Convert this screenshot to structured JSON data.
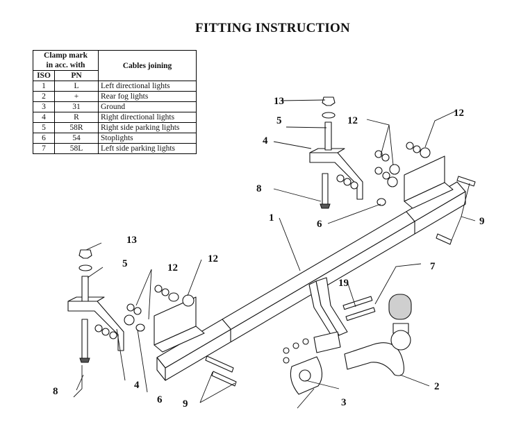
{
  "title": "FITTING INSTRUCTION",
  "table": {
    "header_clamp": "Clamp mark\nin acc. with",
    "header_iso": "ISO",
    "header_pn": "PN",
    "header_cables": "Cables joining",
    "rows": [
      {
        "iso": "1",
        "pn": "L",
        "cable": "Left directional lights"
      },
      {
        "iso": "2",
        "pn": "+",
        "cable": "Rear fog lights"
      },
      {
        "iso": "3",
        "pn": "31",
        "cable": "Ground"
      },
      {
        "iso": "4",
        "pn": "R",
        "cable": "Right directional lights"
      },
      {
        "iso": "5",
        "pn": "58R",
        "cable": "Right side parking lights"
      },
      {
        "iso": "6",
        "pn": "54",
        "cable": "Stoplights"
      },
      {
        "iso": "7",
        "pn": "58L",
        "cable": "Left side parking lights"
      }
    ]
  },
  "callouts": {
    "n1": "1",
    "n2": "2",
    "n3": "3",
    "n4a": "4",
    "n4b": "4",
    "n5a": "5",
    "n5b": "5",
    "n6a": "6",
    "n6b": "6",
    "n7": "7",
    "n8a": "8",
    "n8b": "8",
    "n9a": "9",
    "n9b": "9",
    "n12a": "12",
    "n12b": "12",
    "n12c": "12",
    "n12d": "12",
    "n13a": "13",
    "n13b": "13",
    "n19": "19"
  }
}
